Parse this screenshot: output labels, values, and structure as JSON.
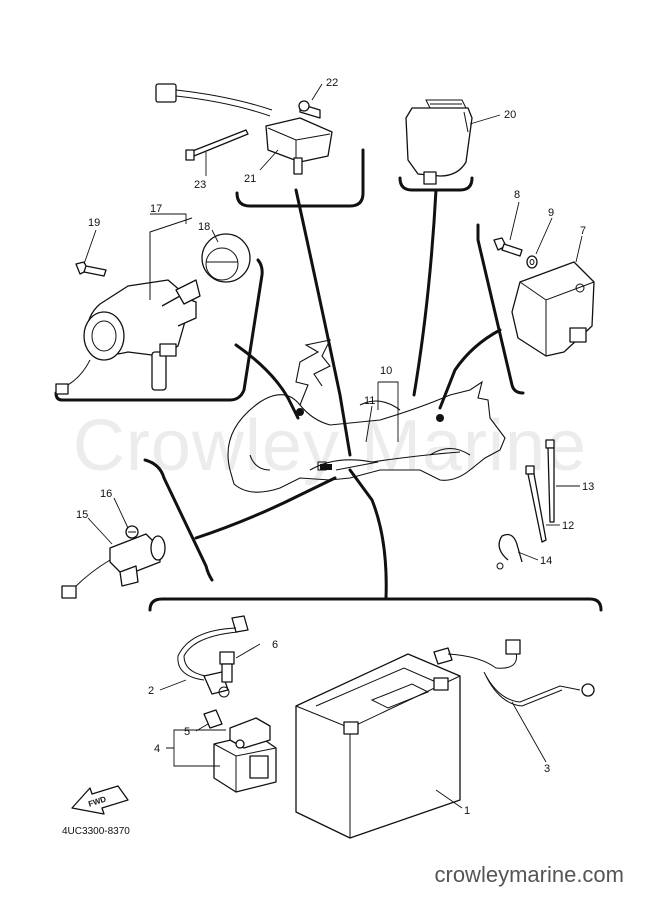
{
  "watermark": "Crowley Marine",
  "footer_url": "crowleymarine.com",
  "diagram_code": "4UC3300-8370",
  "fwd_label": "FWD",
  "callouts": [
    "1",
    "2",
    "3",
    "4",
    "5",
    "6",
    "7",
    "8",
    "9",
    "10",
    "11",
    "12",
    "13",
    "14",
    "15",
    "16",
    "17",
    "18",
    "19",
    "20",
    "21",
    "22",
    "23"
  ],
  "parts": [
    {
      "ref": "1",
      "icon": "battery-icon"
    },
    {
      "ref": "2",
      "icon": "battery-cable-negative-icon"
    },
    {
      "ref": "3",
      "icon": "battery-cable-positive-icon"
    },
    {
      "ref": "4",
      "icon": "starter-relay-icon"
    },
    {
      "ref": "5",
      "icon": "fuse-icon"
    },
    {
      "ref": "6",
      "icon": "bolt-icon"
    },
    {
      "ref": "7",
      "icon": "cdi-unit-icon"
    },
    {
      "ref": "8",
      "icon": "bolt-icon"
    },
    {
      "ref": "9",
      "icon": "washer-icon"
    },
    {
      "ref": "10",
      "icon": "wire-harness-icon"
    },
    {
      "ref": "11",
      "icon": "wire-harness-icon"
    },
    {
      "ref": "12",
      "icon": "cable-tie-icon"
    },
    {
      "ref": "13",
      "icon": "cable-tie-icon"
    },
    {
      "ref": "14",
      "icon": "clamp-icon"
    },
    {
      "ref": "15",
      "icon": "solenoid-switch-icon"
    },
    {
      "ref": "16",
      "icon": "screw-icon"
    },
    {
      "ref": "17",
      "icon": "main-switch-icon"
    },
    {
      "ref": "18",
      "icon": "cap-icon"
    },
    {
      "ref": "19",
      "icon": "bolt-icon"
    },
    {
      "ref": "20",
      "icon": "relay-icon"
    },
    {
      "ref": "21",
      "icon": "sensor-icon"
    },
    {
      "ref": "22",
      "icon": "screw-icon"
    },
    {
      "ref": "23",
      "icon": "cable-tie-icon"
    }
  ]
}
